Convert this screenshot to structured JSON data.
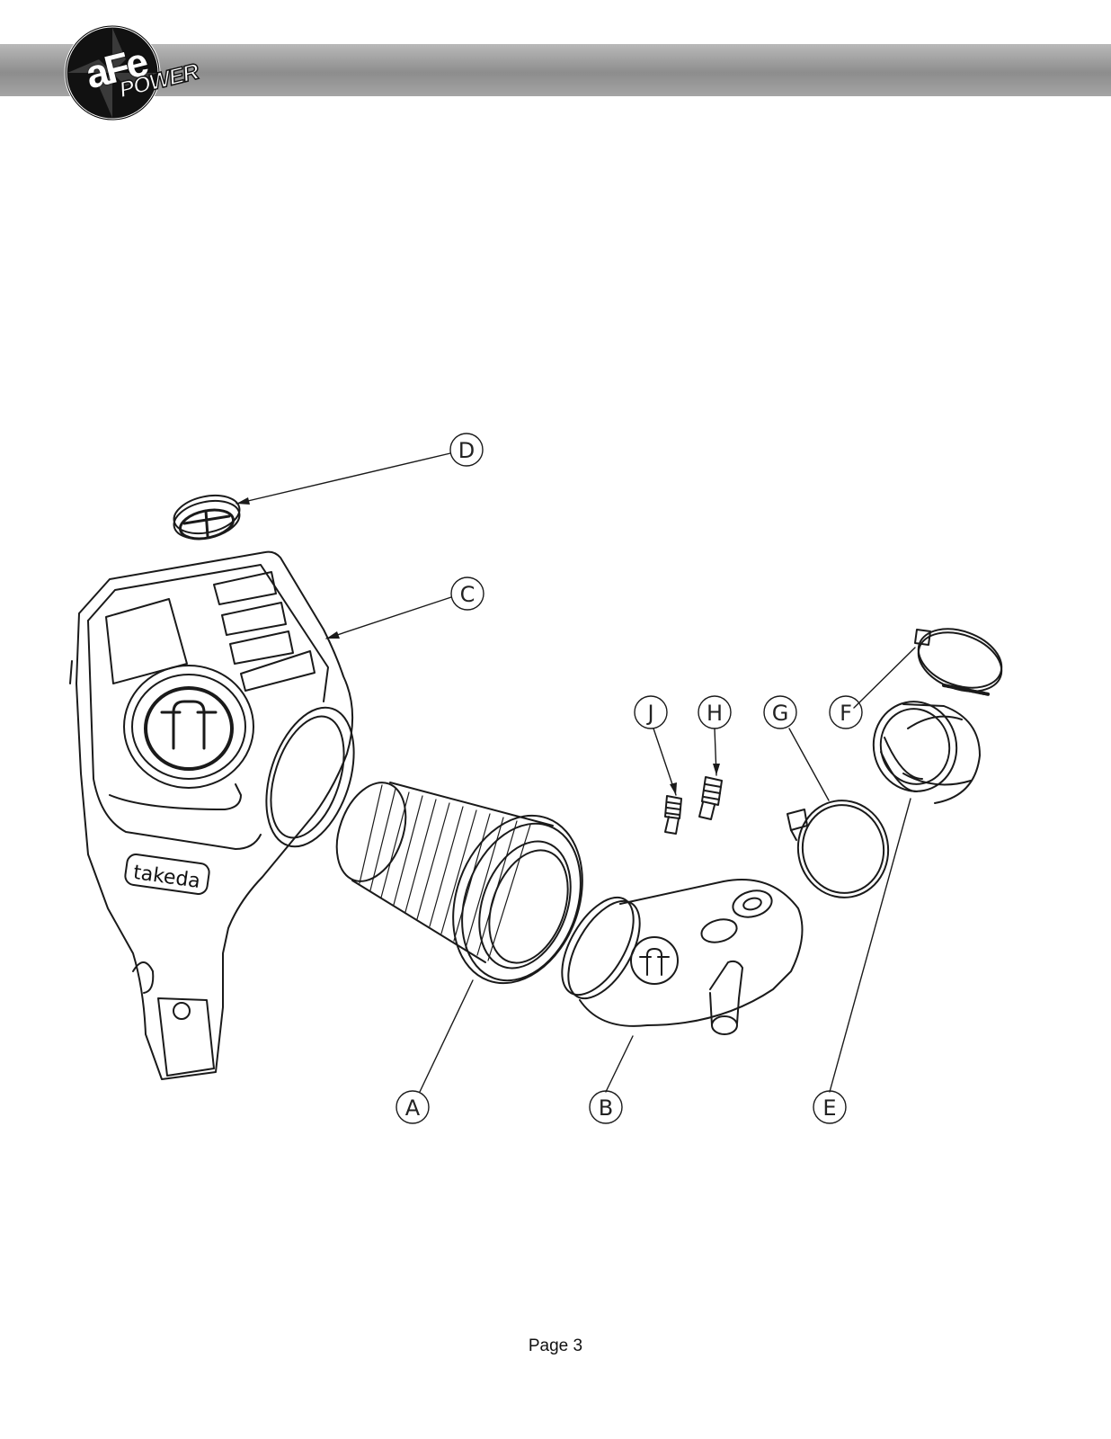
{
  "header": {
    "logo": {
      "brand": "aFe",
      "sub": "POWER"
    }
  },
  "diagram": {
    "callouts": [
      {
        "id": "D",
        "label": "D"
      },
      {
        "id": "C",
        "label": "C"
      },
      {
        "id": "J",
        "label": "J"
      },
      {
        "id": "H",
        "label": "H"
      },
      {
        "id": "G",
        "label": "G"
      },
      {
        "id": "F",
        "label": "F"
      },
      {
        "id": "A",
        "label": "A"
      },
      {
        "id": "B",
        "label": "B"
      },
      {
        "id": "E",
        "label": "E"
      }
    ],
    "housing_badge": "takeda"
  },
  "footer": {
    "page": "Page 3"
  }
}
